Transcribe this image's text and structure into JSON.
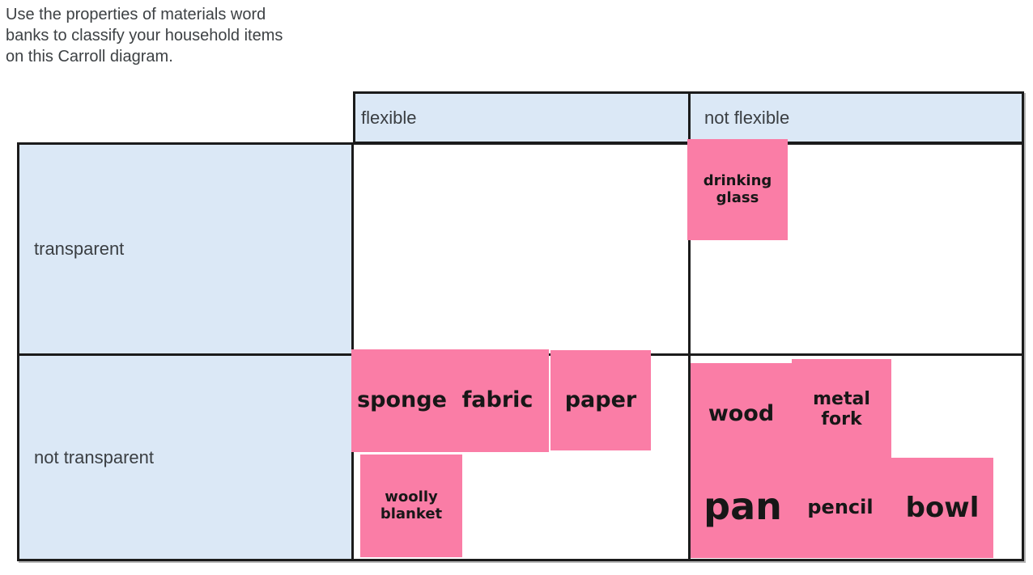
{
  "instructions": {
    "text": "Use the properties of materials word banks to classify your household items on this Carroll diagram."
  },
  "diagram": {
    "type": "carroll-diagram",
    "column_headers": [
      {
        "id": "flexible",
        "label": "flexible"
      },
      {
        "id": "not-flexible",
        "label": "not flexible"
      }
    ],
    "row_headers": [
      {
        "id": "transparent",
        "label": "transparent"
      },
      {
        "id": "not-transparent",
        "label": "not transparent"
      }
    ]
  },
  "notes": [
    {
      "label": "drinking glass",
      "row": "transparent",
      "column": "not flexible"
    },
    {
      "label": "sponge",
      "row": "not transparent",
      "column": "flexible"
    },
    {
      "label": "fabric",
      "row": "not transparent",
      "column": "flexible"
    },
    {
      "label": "paper",
      "row": "not transparent",
      "column": "flexible"
    },
    {
      "label": "woolly blanket",
      "row": "not transparent",
      "column": "flexible"
    },
    {
      "label": "wood",
      "row": "not transparent",
      "column": "not flexible"
    },
    {
      "label": "metal fork",
      "row": "not transparent",
      "column": "not flexible"
    },
    {
      "label": "pan",
      "row": "not transparent",
      "column": "not flexible"
    },
    {
      "label": "pencil",
      "row": "not transparent",
      "column": "not flexible"
    },
    {
      "label": "bowl",
      "row": "not transparent",
      "column": "not flexible"
    }
  ],
  "colors": {
    "note_pink": "#fa7da6",
    "header_blue": "#dbe8f6",
    "grid_border": "#1b1b1b",
    "label_text": "#3a3e42",
    "instruction_text": "#3d4144",
    "note_text": "#171717"
  }
}
